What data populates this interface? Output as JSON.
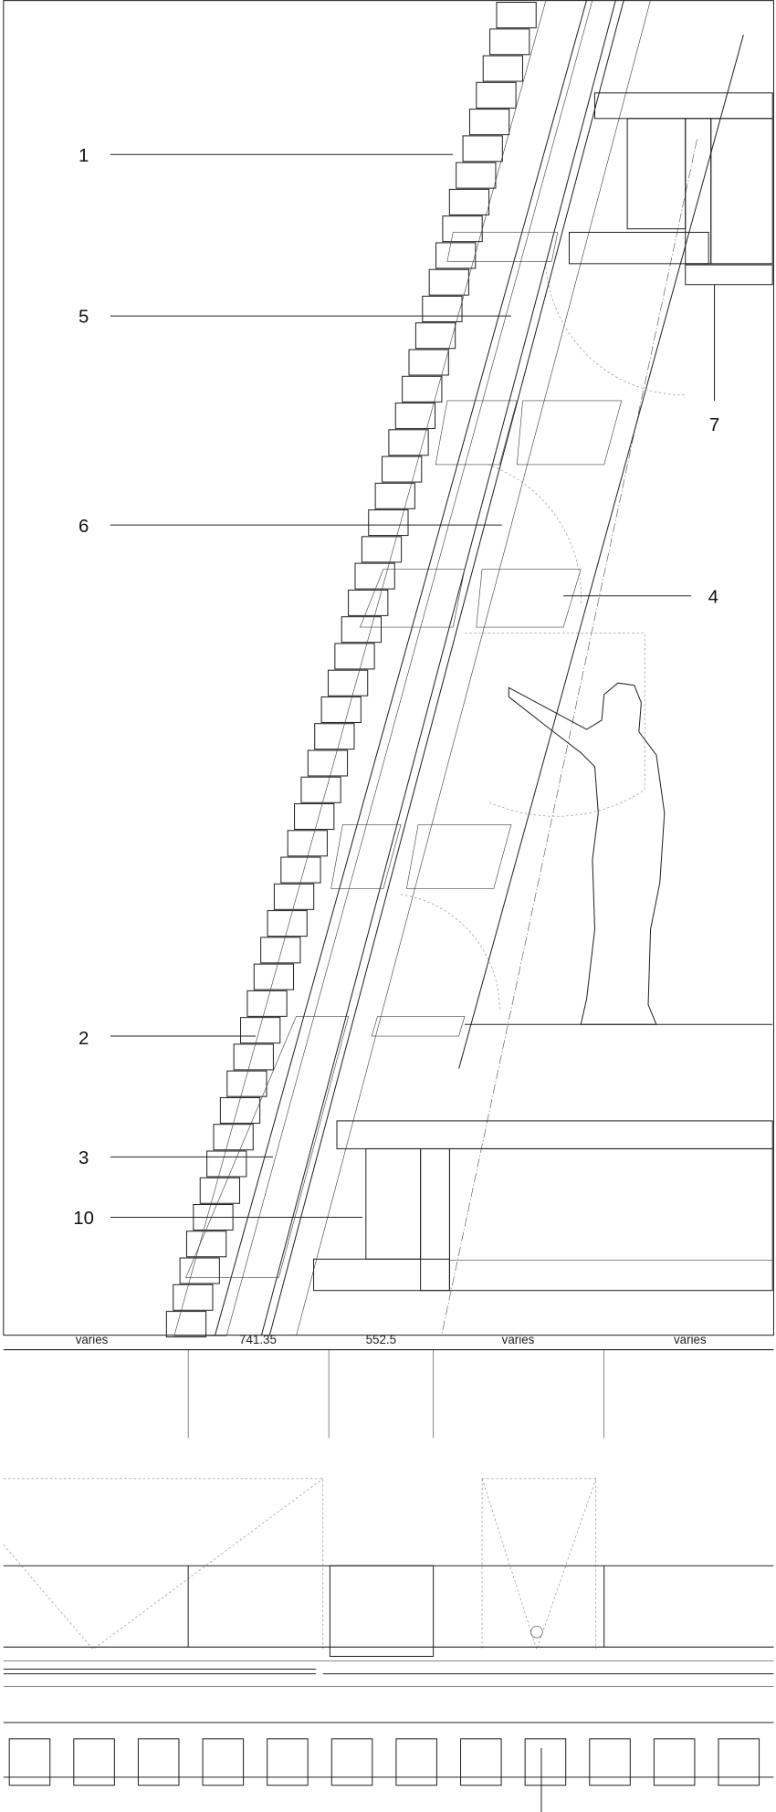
{
  "callouts": {
    "c1": "1",
    "c5": "5",
    "c6": "6",
    "c4": "4",
    "c7": "7",
    "c2": "2",
    "c3": "3",
    "c10": "10"
  },
  "dimensions": [
    "varies",
    "741.35",
    "552.5",
    "varies",
    "varies"
  ]
}
